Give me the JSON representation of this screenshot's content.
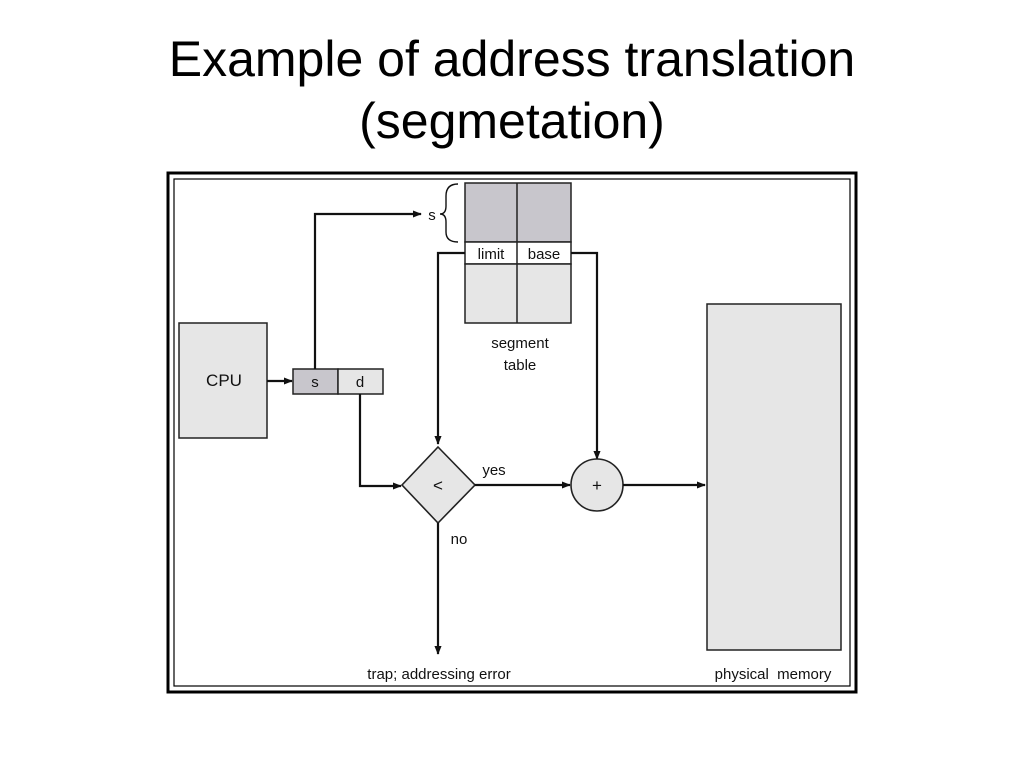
{
  "title": {
    "line1": "Example of address translation",
    "line2": "(segmetation)"
  },
  "diagram": {
    "cpu_label": "CPU",
    "address_s": "s",
    "address_d": "d",
    "segment_index_label": "s",
    "limit_label": "limit",
    "base_label": "base",
    "segment_table_line1": "segment",
    "segment_table_line2": "table",
    "compare_symbol": "<",
    "yes_label": "yes",
    "no_label": "no",
    "adder_symbol": "+",
    "trap_label": "trap; addressing error",
    "memory_label": "physical  memory"
  },
  "colors": {
    "box_fill": "#e6e6e6",
    "highlight_fill": "#c8c6cc",
    "stroke": "#1a1a1a",
    "frame": "#000000"
  }
}
